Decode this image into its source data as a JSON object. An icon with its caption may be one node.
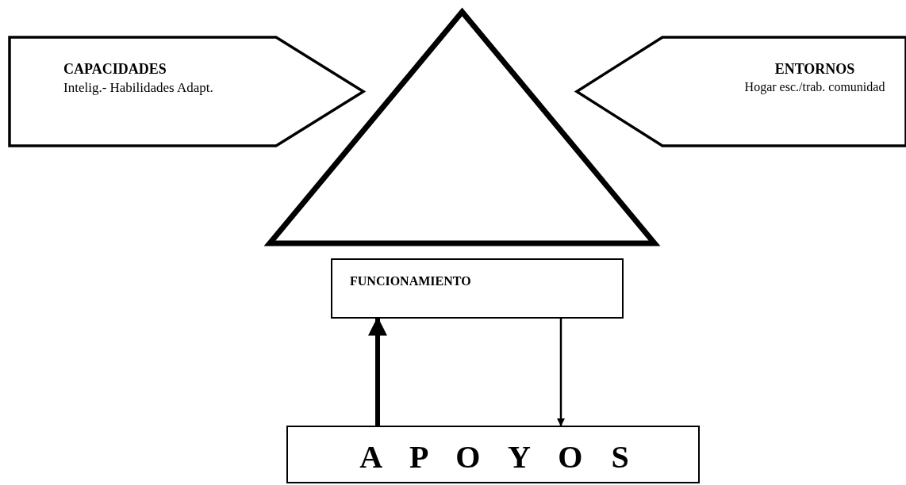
{
  "diagram": {
    "nodes": [
      {
        "text": [
          "CAPACIDADES",
          "Intelig.- Habilidades Adapt."
        ]
      },
      {
        "text": [],
        "shape": "triangle"
      },
      {
        "text": [
          "ENTORNOS",
          "Hogar esc./trab. comunidad"
        ]
      },
      {
        "text": [
          "FUNCIONAMIENTO"
        ]
      },
      {
        "text": [
          "A P O Y O S"
        ]
      }
    ],
    "edges": [
      {
        "from": 4,
        "to": 3,
        "arrow": "to",
        "style": "thick"
      },
      {
        "from": 3,
        "to": 4,
        "arrow": "to"
      }
    ]
  }
}
